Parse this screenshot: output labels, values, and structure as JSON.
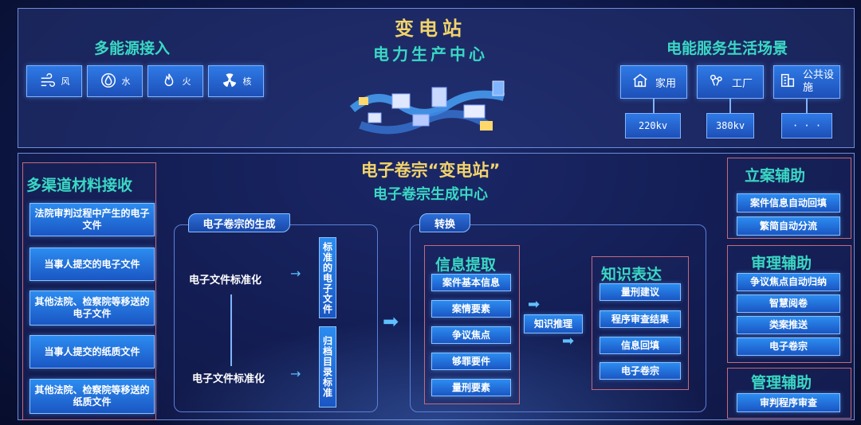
{
  "top": {
    "title": "变电站",
    "subtitle": "电力生产中心",
    "left_heading": "多能源接入",
    "right_heading": "电能服务生活场景",
    "energy": [
      {
        "label": "风",
        "icon": "wind-icon"
      },
      {
        "label": "水",
        "icon": "water-icon"
      },
      {
        "label": "火",
        "icon": "fire-icon"
      },
      {
        "label": "核",
        "icon": "nuclear-icon"
      }
    ],
    "services": [
      {
        "label": "家用",
        "icon": "house-icon",
        "voltage": "220kv"
      },
      {
        "label": "工厂",
        "icon": "factory-icon",
        "voltage": "380kv"
      },
      {
        "label": "公共设施",
        "icon": "building-icon",
        "voltage": "· · ·"
      }
    ]
  },
  "middle": {
    "title": "电子卷宗“变电站”",
    "subtitle": "电子卷宗生成中心"
  },
  "channels": {
    "heading": "多渠道材料接收",
    "items": [
      "法院审判过程中产生的电子文件",
      "当事人提交的电子文件",
      "其他法院、检察院等移送的电子文件",
      "当事人提交的纸质文件",
      "其他法院、检察院等移送的纸质文件"
    ]
  },
  "generation": {
    "tag": "电子卷宗的生成",
    "std_top": "电子文件标准化",
    "std_bottom": "电子文件标准化",
    "vert_top": "标准的电子文件",
    "vert_bottom": "归档目录标准"
  },
  "convert": {
    "tag": "转换",
    "extract_heading": "信息提取",
    "extract_items": [
      "案件基本信息",
      "案情要素",
      "争议焦点",
      "够罪要件",
      "量刑要素"
    ],
    "reasoning": "知识推理",
    "expr_heading": "知识表达",
    "expr_items": [
      "量刑建议",
      "程序审查结果",
      "信息回填",
      "电子卷宗"
    ]
  },
  "filing": {
    "heading": "立案辅助",
    "items": [
      "案件信息自动回填",
      "繁简自动分流"
    ]
  },
  "trial": {
    "heading": "审理辅助",
    "items": [
      "争议焦点自动归纳",
      "智慧阅卷",
      "类案推送",
      "电子卷宗"
    ]
  },
  "management": {
    "heading": "管理辅助",
    "items": [
      "审判程序审查"
    ]
  }
}
